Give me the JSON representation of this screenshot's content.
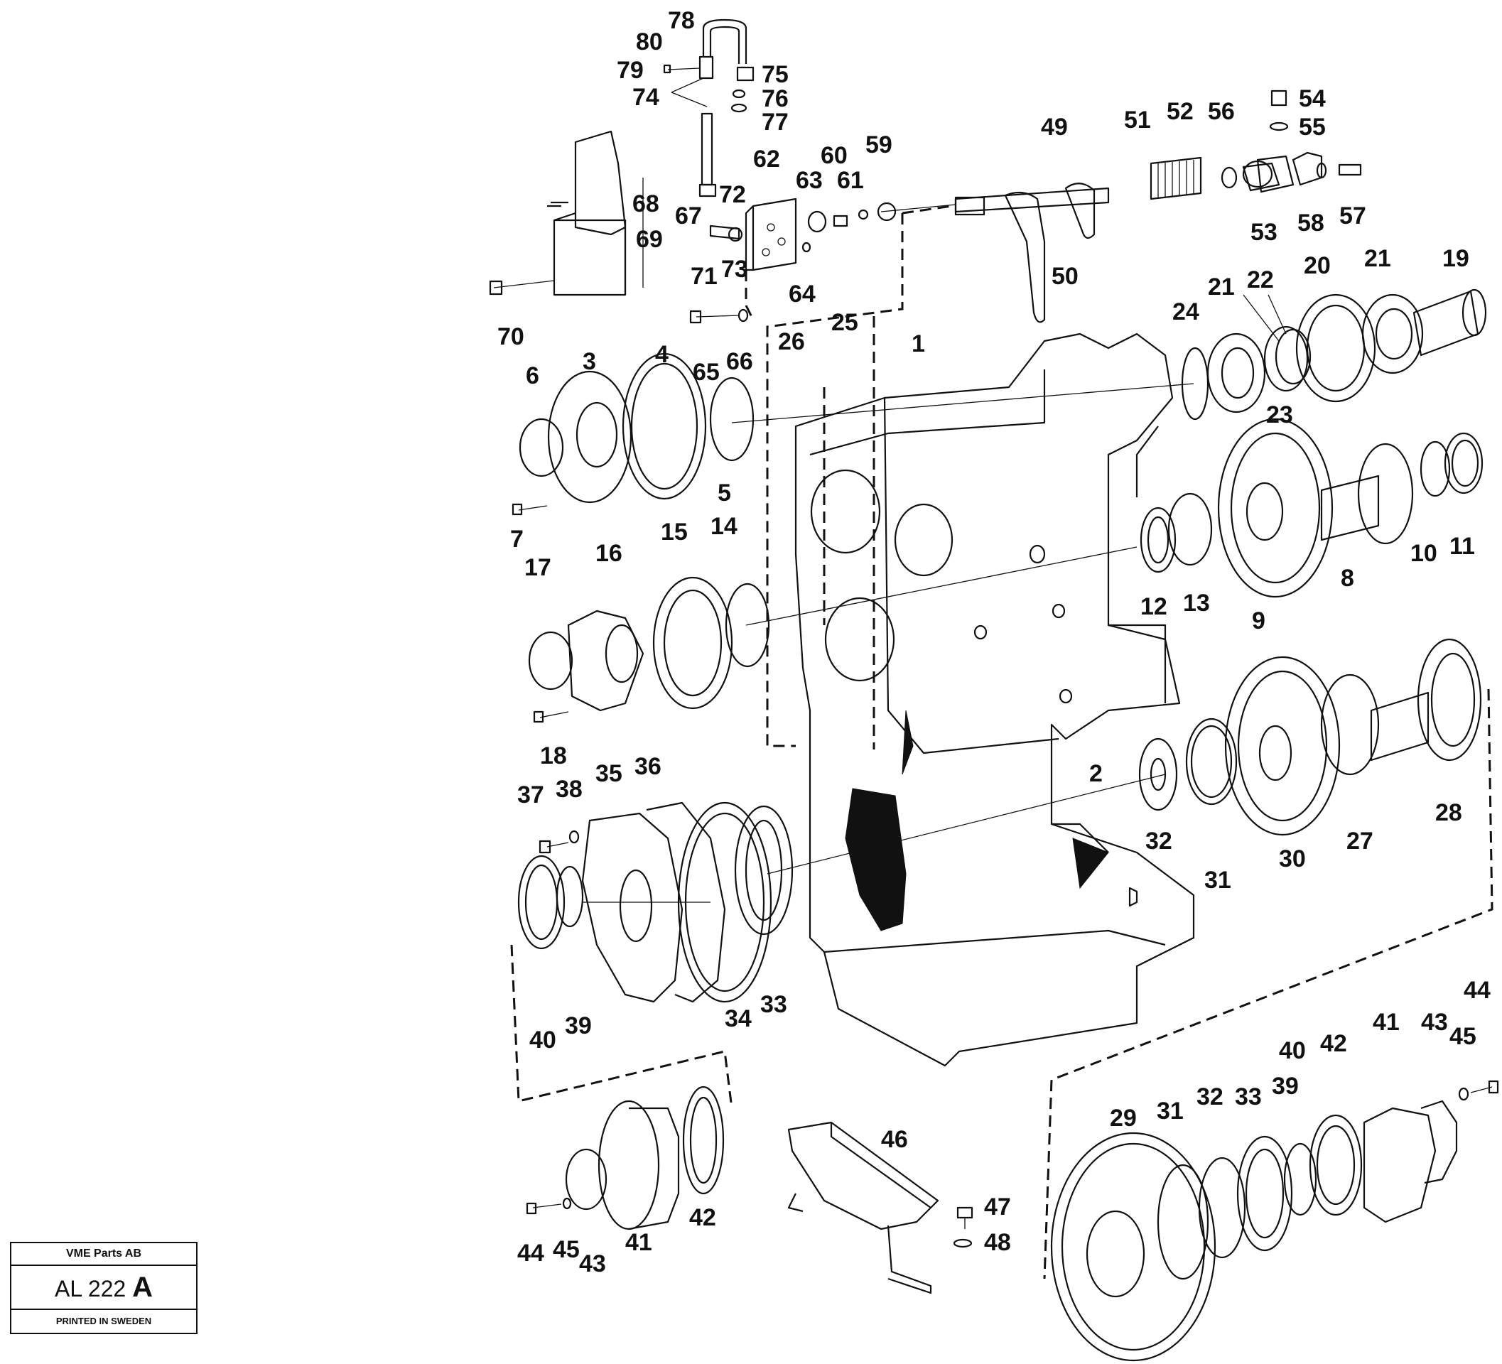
{
  "plate": {
    "company": "VME Parts AB",
    "code": "AL 222",
    "code_suffix": "A",
    "printed": "PRINTED IN SWEDEN"
  },
  "callouts": [
    "1",
    "2",
    "3",
    "4",
    "5",
    "6",
    "7",
    "8",
    "9",
    "10",
    "11",
    "12",
    "13",
    "14",
    "15",
    "16",
    "17",
    "18",
    "19",
    "20",
    "21",
    "21",
    "22",
    "23",
    "24",
    "25",
    "26",
    "27",
    "28",
    "29",
    "30",
    "31",
    "31",
    "32",
    "32",
    "33",
    "33",
    "34",
    "35",
    "36",
    "37",
    "38",
    "39",
    "39",
    "40",
    "40",
    "41",
    "41",
    "42",
    "42",
    "43",
    "43",
    "44",
    "44",
    "45",
    "45",
    "46",
    "47",
    "48",
    "49",
    "50",
    "51",
    "52",
    "56",
    "53",
    "54",
    "55",
    "57",
    "58",
    "59",
    "60",
    "61",
    "62",
    "63",
    "64",
    "65",
    "66",
    "67",
    "68",
    "69",
    "70",
    "71",
    "72",
    "73",
    "74",
    "75",
    "76",
    "77",
    "78",
    "79",
    "80"
  ]
}
